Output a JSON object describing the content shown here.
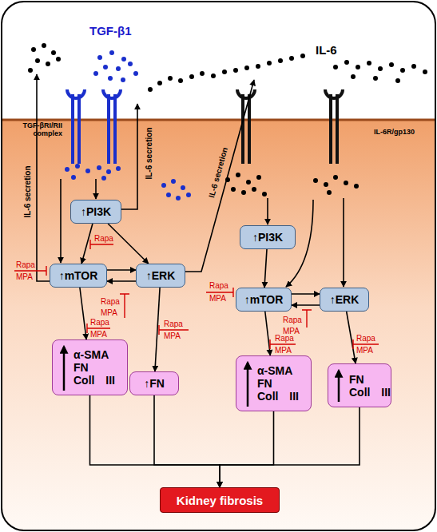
{
  "diagram": {
    "nodes": [
      {
        "text": [
          "↑PI3K"
        ]
      },
      {
        "text": [
          "↑mTOR"
        ]
      },
      {
        "text": [
          "↑ERK"
        ]
      },
      {
        "text": [
          "↑PI3K"
        ]
      },
      {
        "text": [
          "↑mTOR"
        ]
      },
      {
        "text": [
          "↑ERK"
        ]
      },
      {
        "text": [
          "α-SMA FN Coll III"
        ]
      },
      {
        "text": [
          "↑FN"
        ]
      },
      {
        "text": [
          "α-SMA FN Coll III"
        ]
      },
      {
        "text": [
          "FN Coll III"
        ]
      },
      {
        "text": [
          "Kidney fibrosis"
        ]
      }
    ],
    "edges": [
      {
        "from": 0,
        "to": 1,
        "arrow": "to"
      },
      {
        "from": 0,
        "to": 2,
        "arrow": "to"
      },
      {
        "from": 1,
        "to": 2,
        "arrow": "to"
      },
      {
        "from": 2,
        "to": 1,
        "arrow": "to"
      },
      {
        "from": 1,
        "to": 6,
        "arrow": "to"
      },
      {
        "from": 2,
        "to": 7,
        "arrow": "to"
      },
      {
        "from": 3,
        "to": 4,
        "arrow": "to"
      },
      {
        "from": 4,
        "to": 5,
        "arrow": "to"
      },
      {
        "from": 5,
        "to": 4,
        "arrow": "to"
      },
      {
        "from": 4,
        "to": 8,
        "arrow": "to"
      },
      {
        "from": 5,
        "to": 9,
        "arrow": "to"
      },
      {
        "from": 6,
        "to": 10,
        "arrow": "to"
      },
      {
        "from": 7,
        "to": 10,
        "arrow": "to"
      },
      {
        "from": 8,
        "to": 10,
        "arrow": "to"
      },
      {
        "from": 9,
        "to": 10,
        "arrow": "to"
      }
    ],
    "labels": [
      "TGF-β1",
      "IL-6",
      "TGF-βRI/RII complex",
      "IL-6R/gp130",
      "IL-6 secretion",
      "IL-6 secretion",
      "IL-6 secretion",
      "Rapa",
      "MPA",
      "Rapa",
      "Rapa",
      "MPA",
      "Rapa",
      "MPA",
      "Rapa",
      "MPA",
      "Rapa",
      "MPA",
      "Rapa",
      "MPA",
      "Rapa",
      "MPA",
      "Rapa",
      "MPA"
    ]
  }
}
